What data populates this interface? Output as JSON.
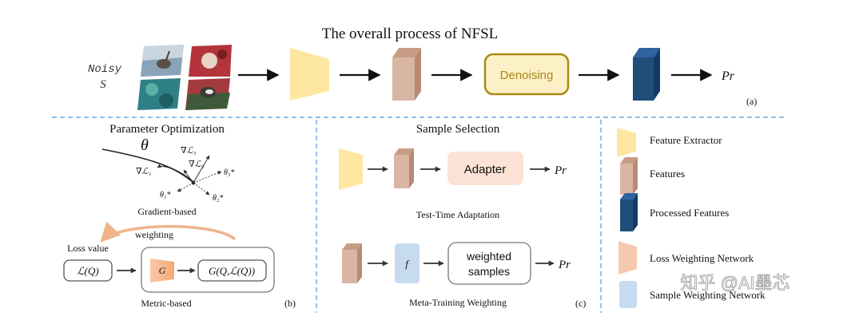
{
  "title": "The overall process of NFSL",
  "panel_a": {
    "noisy_line1": "Noisy",
    "noisy_line2": "S",
    "denoising": "Denoising",
    "output": "Pr",
    "tag": "(a)"
  },
  "panel_b": {
    "title": "Parameter Optimization",
    "theta": "θ",
    "grad_l3": "∇ℒ₃",
    "grad_l2": "∇ℒ₂",
    "grad_l1": "∇ℒ₁",
    "theta3": "θ₃*",
    "theta1": "θ₁*",
    "theta2": "θ₂*",
    "gradient_caption": "Gradient-based",
    "weighting": "weighting",
    "loss_value": "Loss value",
    "loss_box": "ℒ(Q)",
    "g_label": "G",
    "g_output": "G(Q,ℒ(Q))",
    "metric_caption": "Metric-based",
    "tag": "(b)"
  },
  "panel_c": {
    "title": "Sample Selection",
    "adapter": "Adapter",
    "output1": "Pr",
    "tta_caption": "Test-Time Adaptation",
    "f_label": "f",
    "weighted_line1": "weighted",
    "weighted_line2": "samples",
    "output2": "Pr",
    "mtw_caption": "Meta-Training Weighting",
    "tag": "(c)"
  },
  "legend": [
    {
      "label": "Feature Extractor",
      "color": "#fde7a0"
    },
    {
      "label": "Features",
      "color": "#d9b5a3"
    },
    {
      "label": "Processed Features",
      "color": "#1f4e79"
    },
    {
      "label": "Loss Weighting Network",
      "color": "#f6c8b0"
    },
    {
      "label": "Sample Weighting Network",
      "color": "#c7dbf0"
    }
  ],
  "watermark": "知乎 @AI墨芯"
}
